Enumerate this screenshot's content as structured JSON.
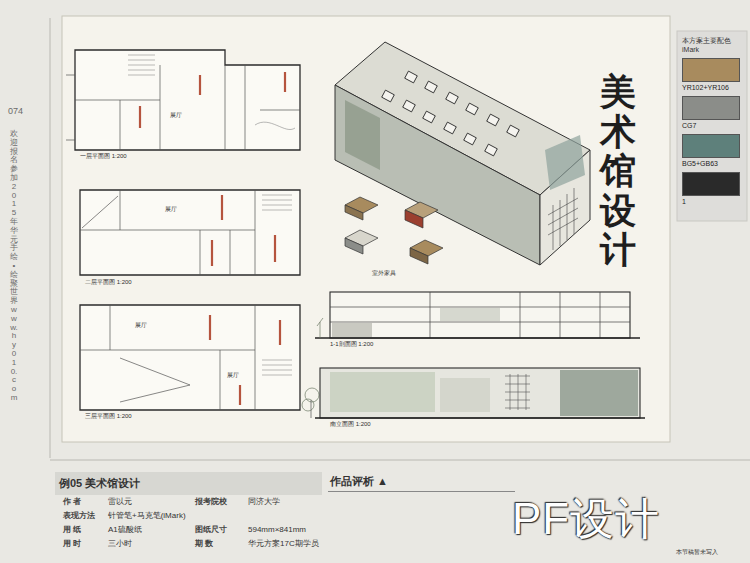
{
  "diagram": {
    "title": "美术馆设计",
    "nodes": [
      {
        "text": [
          "例05 美术馆设计"
        ]
      },
      {
        "text": [
          "作品评析 ▲"
        ]
      },
      {
        "text": [
          "本方案主要配色 iMark"
        ]
      }
    ],
    "labels": [
      "074",
      "欢迎报名参加2015年华元手绘•绘聚世界 www.hy010.com",
      "作 者",
      "雷以元",
      "报考院校",
      "同济大学",
      "表现方法",
      "针管笔+马克笔(iMark)",
      "用 纸",
      "A1硫酸纸",
      "图纸尺寸",
      "594mm×841mm",
      "用 时",
      "三小时",
      "期 数",
      "华元方案17C期学员",
      "PF设计",
      "本节稿暂未写入",
      "一层平面图 1:200",
      "展厅",
      "二层平面图 1:200",
      "展厅",
      "三层平面图 1:200",
      "展厅",
      "展厅",
      "室外家具",
      "1-1剖面图 1:200",
      "南立面图 1:200"
    ],
    "legend": [
      {
        "text": "YR102+YR106",
        "color": "#a88b5e"
      },
      {
        "text": "CG7",
        "color": "#8b8d89"
      },
      {
        "text": "BG5+GB63",
        "color": "#5e807b"
      },
      {
        "text": "1",
        "color": "#2a2a2a"
      }
    ]
  }
}
